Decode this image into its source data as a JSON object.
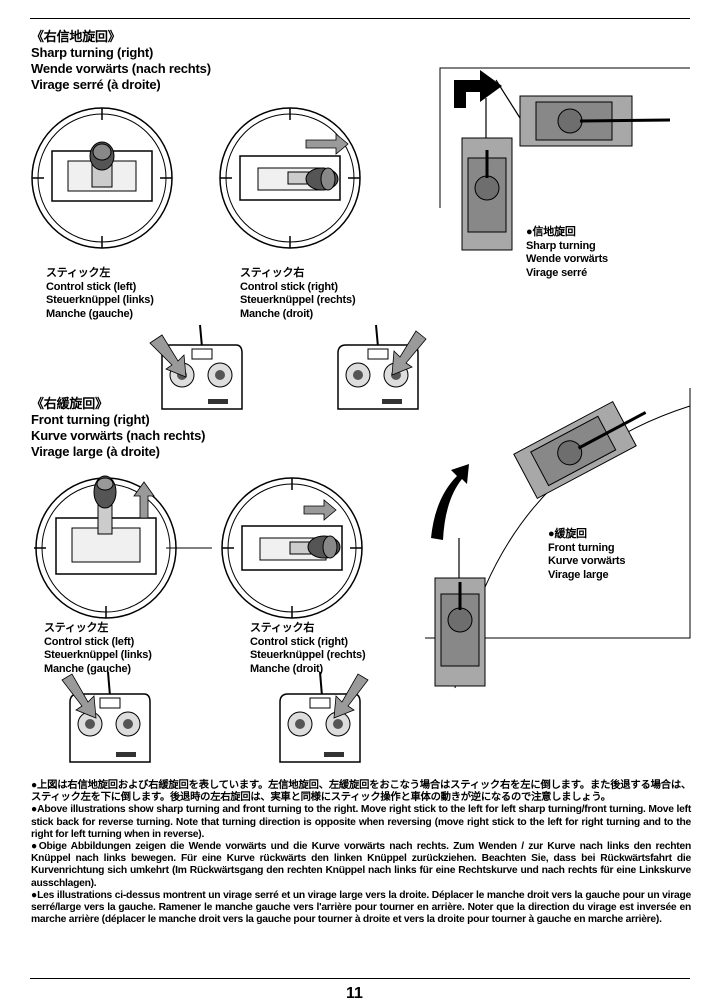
{
  "section1": {
    "title_jp": "《右信地旋回》",
    "title_en": "Sharp turning (right)",
    "title_de": "Wende vorwärts (nach rechts)",
    "title_fr": "Virage serré (à droite)",
    "stick_left": {
      "jp": "スティック左",
      "en": "Control stick (left)",
      "de": "Steuerknüppel (links)",
      "fr": "Manche (gauche)"
    },
    "stick_right": {
      "jp": "スティック右",
      "en": "Control stick (right)",
      "de": "Steuerknüppel (rechts)",
      "fr": "Manche (droit)"
    },
    "tank_caption": {
      "jp": "●信地旋回",
      "en": "Sharp turning",
      "de": "Wende vorwärts",
      "fr": "Virage serré"
    }
  },
  "section2": {
    "title_jp": "《右緩旋回》",
    "title_en": "Front turning (right)",
    "title_de": "Kurve vorwärts (nach rechts)",
    "title_fr": "Virage large (à droite)",
    "stick_left": {
      "jp": "スティック左",
      "en": "Control stick (left)",
      "de": "Steuerknüppel (links)",
      "fr": "Manche (gauche)"
    },
    "stick_right": {
      "jp": "スティック右",
      "en": "Control stick (right)",
      "de": "Steuerknüppel (rechts)",
      "fr": "Manche (droit)"
    },
    "tank_caption": {
      "jp": "●緩旋回",
      "en": "Front turning",
      "de": "Kurve vorwärts",
      "fr": "Virage large"
    }
  },
  "notes": {
    "jp": "●上図は右信地旋回および右緩旋回を表しています。左信地旋回、左緩旋回をおこなう場合はスティック右を左に倒します。また後退する場合は、スティック左を下に倒します。後退時の左右旋回は、実車と同様にスティック操作と車体の動きが逆になるので注意しましょう。",
    "en": "●Above illustrations show sharp turning and front turning to the right. Move right stick to the left for left sharp turning/front turning. Move left stick back for reverse turning. Note that turning direction is opposite when reversing (move right stick to the left for right turning and to the right for left turning when in reverse).",
    "de": "●Obige Abbildungen zeigen die Wende vorwärts und die Kurve vorwärts nach rechts. Zum Wenden / zur Kurve nach links den rechten Knüppel nach links bewegen. Für eine Kurve rückwärts den linken Knüppel zurückziehen. Beachten Sie, dass bei Rückwärtsfahrt die Kurvenrichtung sich umkehrt (Im Rückwärtsgang den rechten Knüppel nach links für eine Rechtskurve und nach rechts für eine Linkskurve ausschlagen).",
    "fr": "●Les illustrations ci-dessus montrent un virage serré et un virage large vers la droite. Déplacer le manche droit vers la gauche pour un virage serré/large vers la gauche. Ramener le manche gauche vers l'arrière pour tourner en arrière. Noter que la direction du virage est inversée en marche arrière (déplacer le manche droit vers la gauche pour tourner à droite et vers la droite pour tourner à gauche en marche arrière)."
  },
  "page_number": "11",
  "colors": {
    "ink": "#000000",
    "tank_gray": "#a8a8a8",
    "tank_dark": "#6e6e6e",
    "arrow_gray": "#9a9a9a"
  }
}
